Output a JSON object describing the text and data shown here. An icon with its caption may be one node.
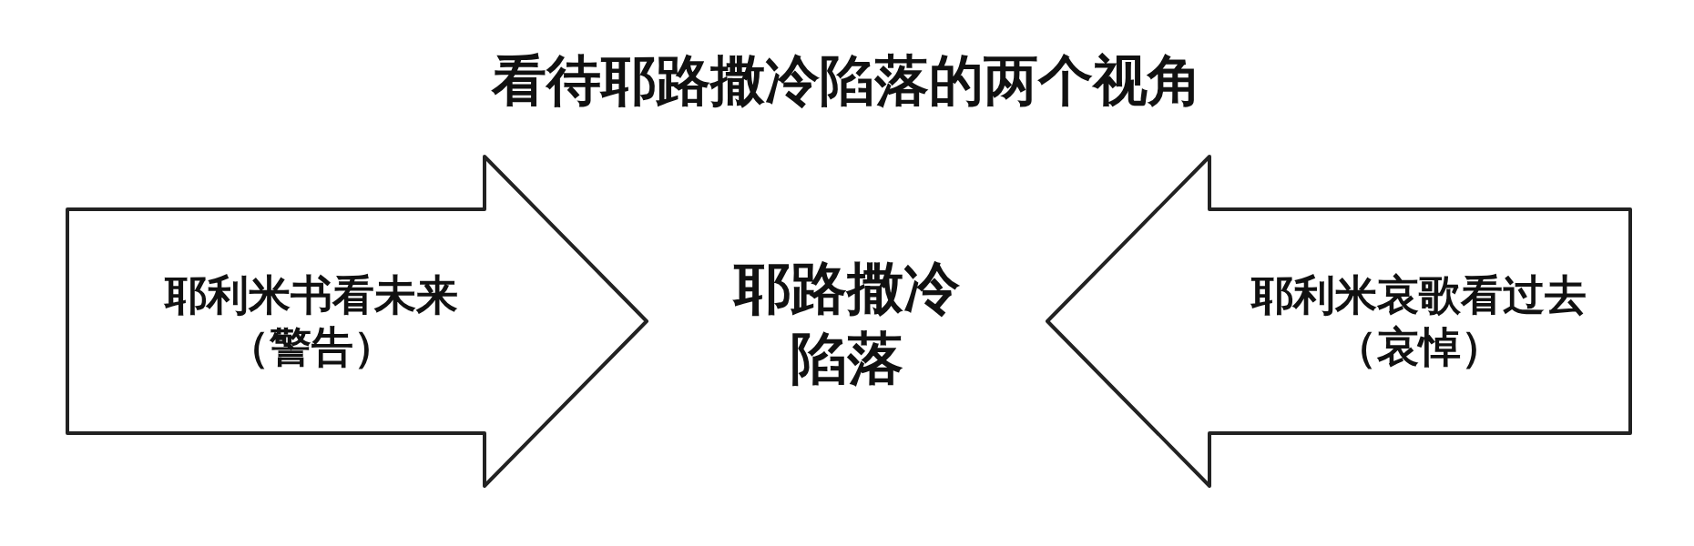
{
  "diagram": {
    "title": "看待耶路撒冷陷落的两个视角",
    "nodes": [
      {
        "text": [
          "耶利米书看未来",
          "（警告）"
        ]
      },
      {
        "text": [
          "耶路撒冷陷落"
        ]
      },
      {
        "text": [
          "耶利米哀歌看过去",
          "（哀悼）"
        ]
      }
    ]
  }
}
